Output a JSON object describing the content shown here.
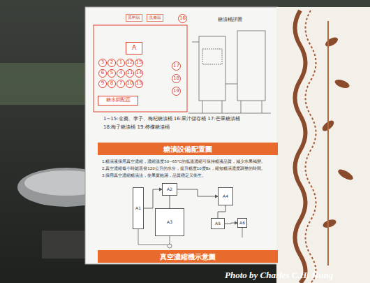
{
  "diagram": {
    "nodes": [
      {
        "text": [
          "原料區"
        ]
      },
      {
        "text": [
          "洗滌區"
        ]
      },
      {
        "text": [
          "16"
        ]
      },
      {
        "text": [
          "A"
        ]
      },
      {
        "text": [
          "3"
        ]
      },
      {
        "text": [
          "2"
        ]
      },
      {
        "text": [
          "1"
        ]
      },
      {
        "text": [
          "12"
        ]
      },
      {
        "text": [
          "15"
        ]
      },
      {
        "text": [
          "6"
        ]
      },
      {
        "text": [
          "5"
        ]
      },
      {
        "text": [
          "4"
        ]
      },
      {
        "text": [
          "11"
        ]
      },
      {
        "text": [
          "14"
        ]
      },
      {
        "text": [
          "9"
        ]
      },
      {
        "text": [
          "8"
        ]
      },
      {
        "text": [
          "7"
        ]
      },
      {
        "text": [
          "10"
        ]
      },
      {
        "text": [
          "13"
        ]
      },
      {
        "text": [
          "17"
        ]
      },
      {
        "text": [
          "18"
        ]
      },
      {
        "text": [
          "19"
        ]
      },
      {
        "text": [
          "糖水調配區"
        ]
      },
      {
        "text": [
          "糖漬設備配置圖"
        ]
      },
      {
        "text": [
          "A1"
        ]
      },
      {
        "text": [
          "A2"
        ]
      },
      {
        "text": [
          "A3"
        ]
      },
      {
        "text": [
          "A4"
        ]
      },
      {
        "text": [
          "A5"
        ]
      },
      {
        "text": [
          "A6"
        ]
      },
      {
        "text": [
          "真空濃縮機示意圖"
        ]
      }
    ],
    "edges": [
      {
        "from": 24,
        "to": 25,
        "arrow": "to"
      },
      {
        "from": 25,
        "to": 26,
        "arrow": "none"
      },
      {
        "from": 25,
        "to": 27,
        "arrow": "to"
      },
      {
        "from": 27,
        "to": 28,
        "arrow": "none"
      },
      {
        "from": 28,
        "to": 29,
        "arrow": "to"
      }
    ],
    "labels": [
      "糖漬桶詳圖",
      "1~15:金棗、李子、梅杞糖漬桶 16:果汁儲存桶 17:芒果糖漬桶",
      "18:梅子糖漬桶 19:檸檬糖漬桶",
      "1.糖漬液採用真空濃縮，濃縮溫度50~65℃的低溫濃縮可保持糖液品質，減少水果褐變。",
      "2.真空濃縮每小時能蒸發120公升的水分，提升糖度10度Bx，縮短糖漬濃度調整的時間。",
      "3.採用真空濃縮糖漬法，使果實飽滿，品質穩定又衛生。",
      "Photo by Charles C.H. Hung"
    ]
  }
}
